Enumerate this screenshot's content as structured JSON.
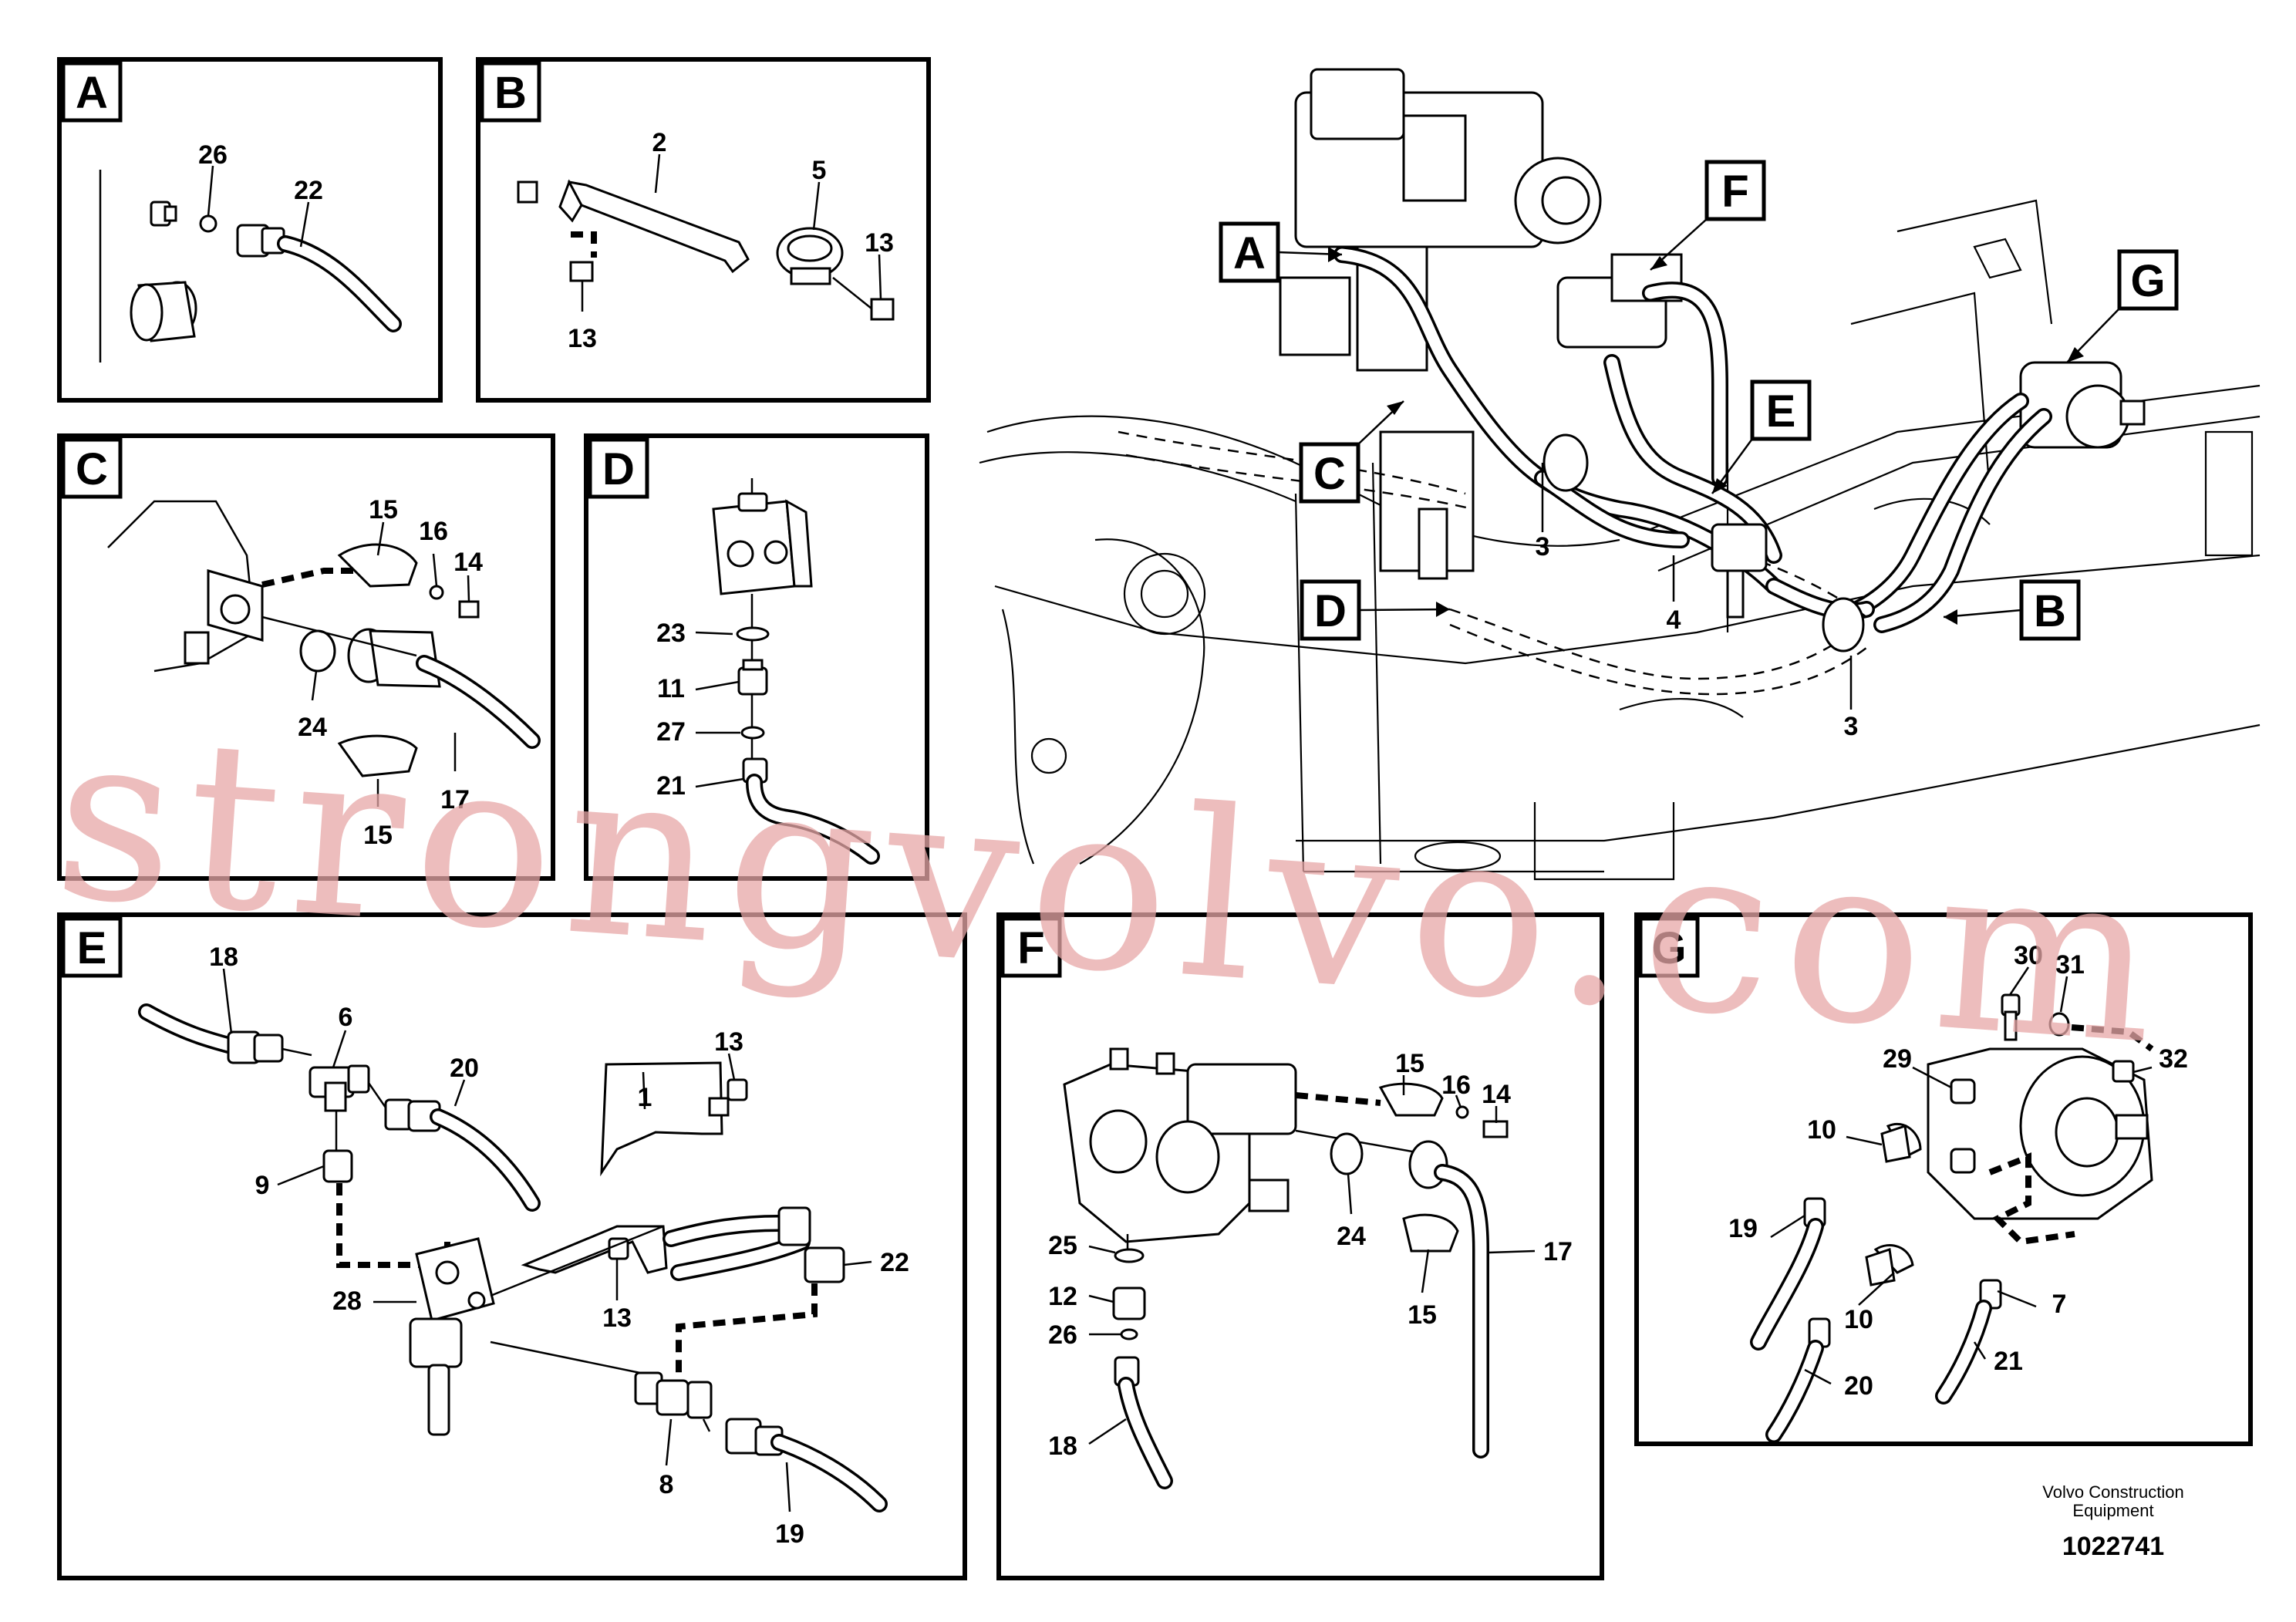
{
  "panels": {
    "A": {
      "tag": "A",
      "labels": [
        "26",
        "22"
      ]
    },
    "B": {
      "tag": "B",
      "labels": [
        "2",
        "5",
        "13",
        "13"
      ]
    },
    "C": {
      "tag": "C",
      "labels": [
        "15",
        "16",
        "14",
        "24",
        "17",
        "15"
      ]
    },
    "D": {
      "tag": "D",
      "labels": [
        "23",
        "11",
        "27",
        "21"
      ]
    },
    "E": {
      "tag": "E",
      "labels": [
        "18",
        "6",
        "20",
        "1",
        "13",
        "9",
        "13",
        "28",
        "22",
        "8",
        "19"
      ]
    },
    "F": {
      "tag": "F",
      "labels": [
        "15",
        "16",
        "14",
        "25",
        "24",
        "17",
        "12",
        "26",
        "15",
        "18"
      ]
    },
    "G": {
      "tag": "G",
      "labels": [
        "30",
        "31",
        "29",
        "32",
        "10",
        "19",
        "7",
        "10",
        "21",
        "20"
      ]
    }
  },
  "overview": {
    "callouts": [
      "A",
      "F",
      "G",
      "E",
      "C",
      "D",
      "B"
    ],
    "labels": [
      "3",
      "4",
      "3"
    ]
  },
  "footer": {
    "company_line1": "Volvo Construction",
    "company_line2": "Equipment",
    "doc_number": "1022741"
  },
  "watermark": "strongvolvo.com"
}
